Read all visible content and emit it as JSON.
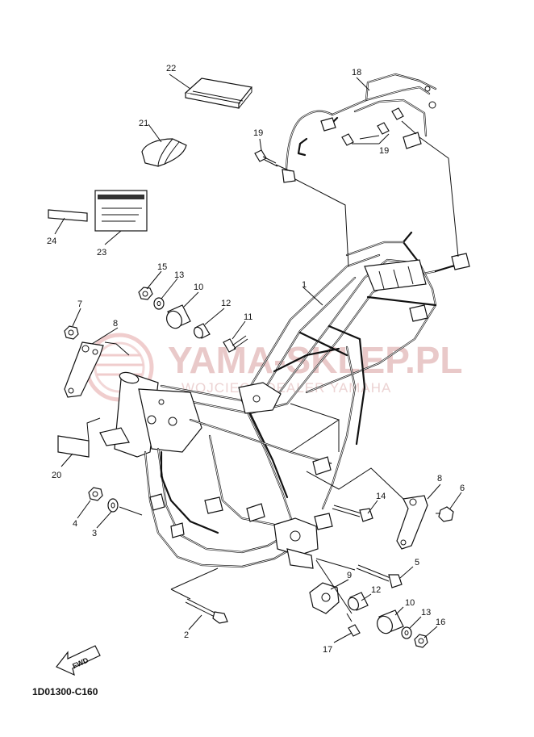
{
  "watermark": {
    "brand": "YAMA-SKLEP.PL",
    "tagline": "WOJCIECH  DEALER YAMAHA"
  },
  "callouts": {
    "c1": "1",
    "c2": "2",
    "c3": "3",
    "c4": "4",
    "c5": "5",
    "c6": "6",
    "c7": "7",
    "c8a": "8",
    "c8b": "8",
    "c9": "9",
    "c10a": "10",
    "c10b": "10",
    "c11": "11",
    "c12a": "12",
    "c12b": "12",
    "c13a": "13",
    "c13b": "13",
    "c14": "14",
    "c15": "15",
    "c16": "16",
    "c17": "17",
    "c18": "18",
    "c19a": "19",
    "c19b": "19",
    "c20": "20",
    "c21": "21",
    "c22": "22",
    "c23": "23",
    "c24": "24"
  },
  "fwd_label": "FWD",
  "figure_code": "1D01300-C160",
  "colors": {
    "line": "#111111",
    "watermark": "#e4b4b4"
  }
}
